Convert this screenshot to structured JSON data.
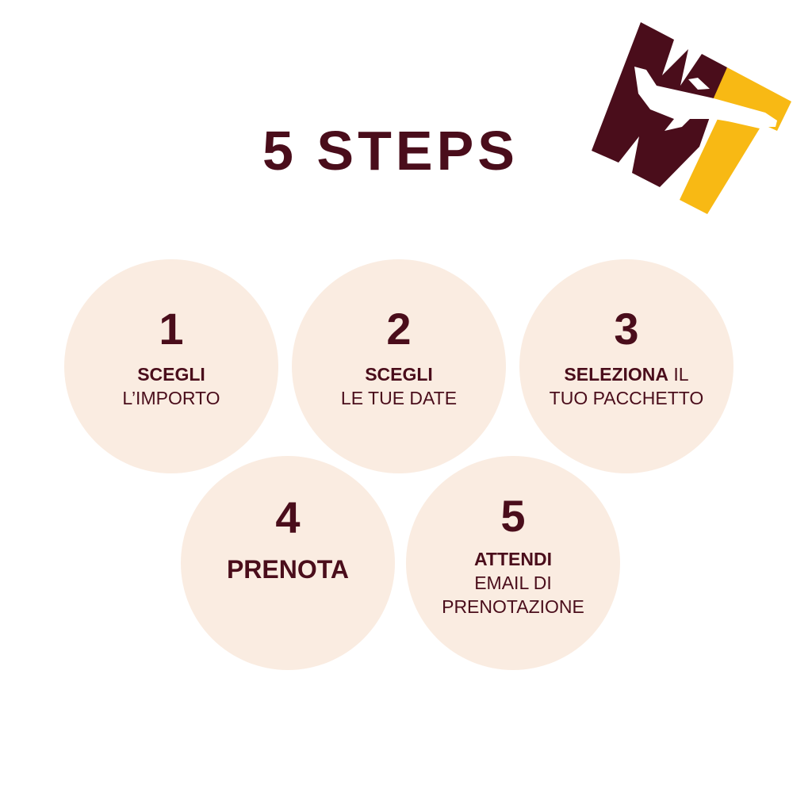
{
  "title": "5 STEPS",
  "logo": {
    "primary_color": "#4a0d1b",
    "accent_color": "#f8b914",
    "icon": "wt-airplane-logo"
  },
  "steps": [
    {
      "number": "1",
      "bold": "SCEGLI",
      "line2": "L’IMPORTO"
    },
    {
      "number": "2",
      "bold": "SCEGLI",
      "line2": "LE TUE DATE"
    },
    {
      "number": "3",
      "bold": "SELEZIONA",
      "bold_suffix": " IL",
      "line2": "TUO PACCHETTO"
    },
    {
      "number": "4",
      "bold": "PRENOTA"
    },
    {
      "number": "5",
      "bold": "ATTENDI",
      "line2": "EMAIL DI",
      "line3": "PRENOTAZIONE"
    }
  ]
}
